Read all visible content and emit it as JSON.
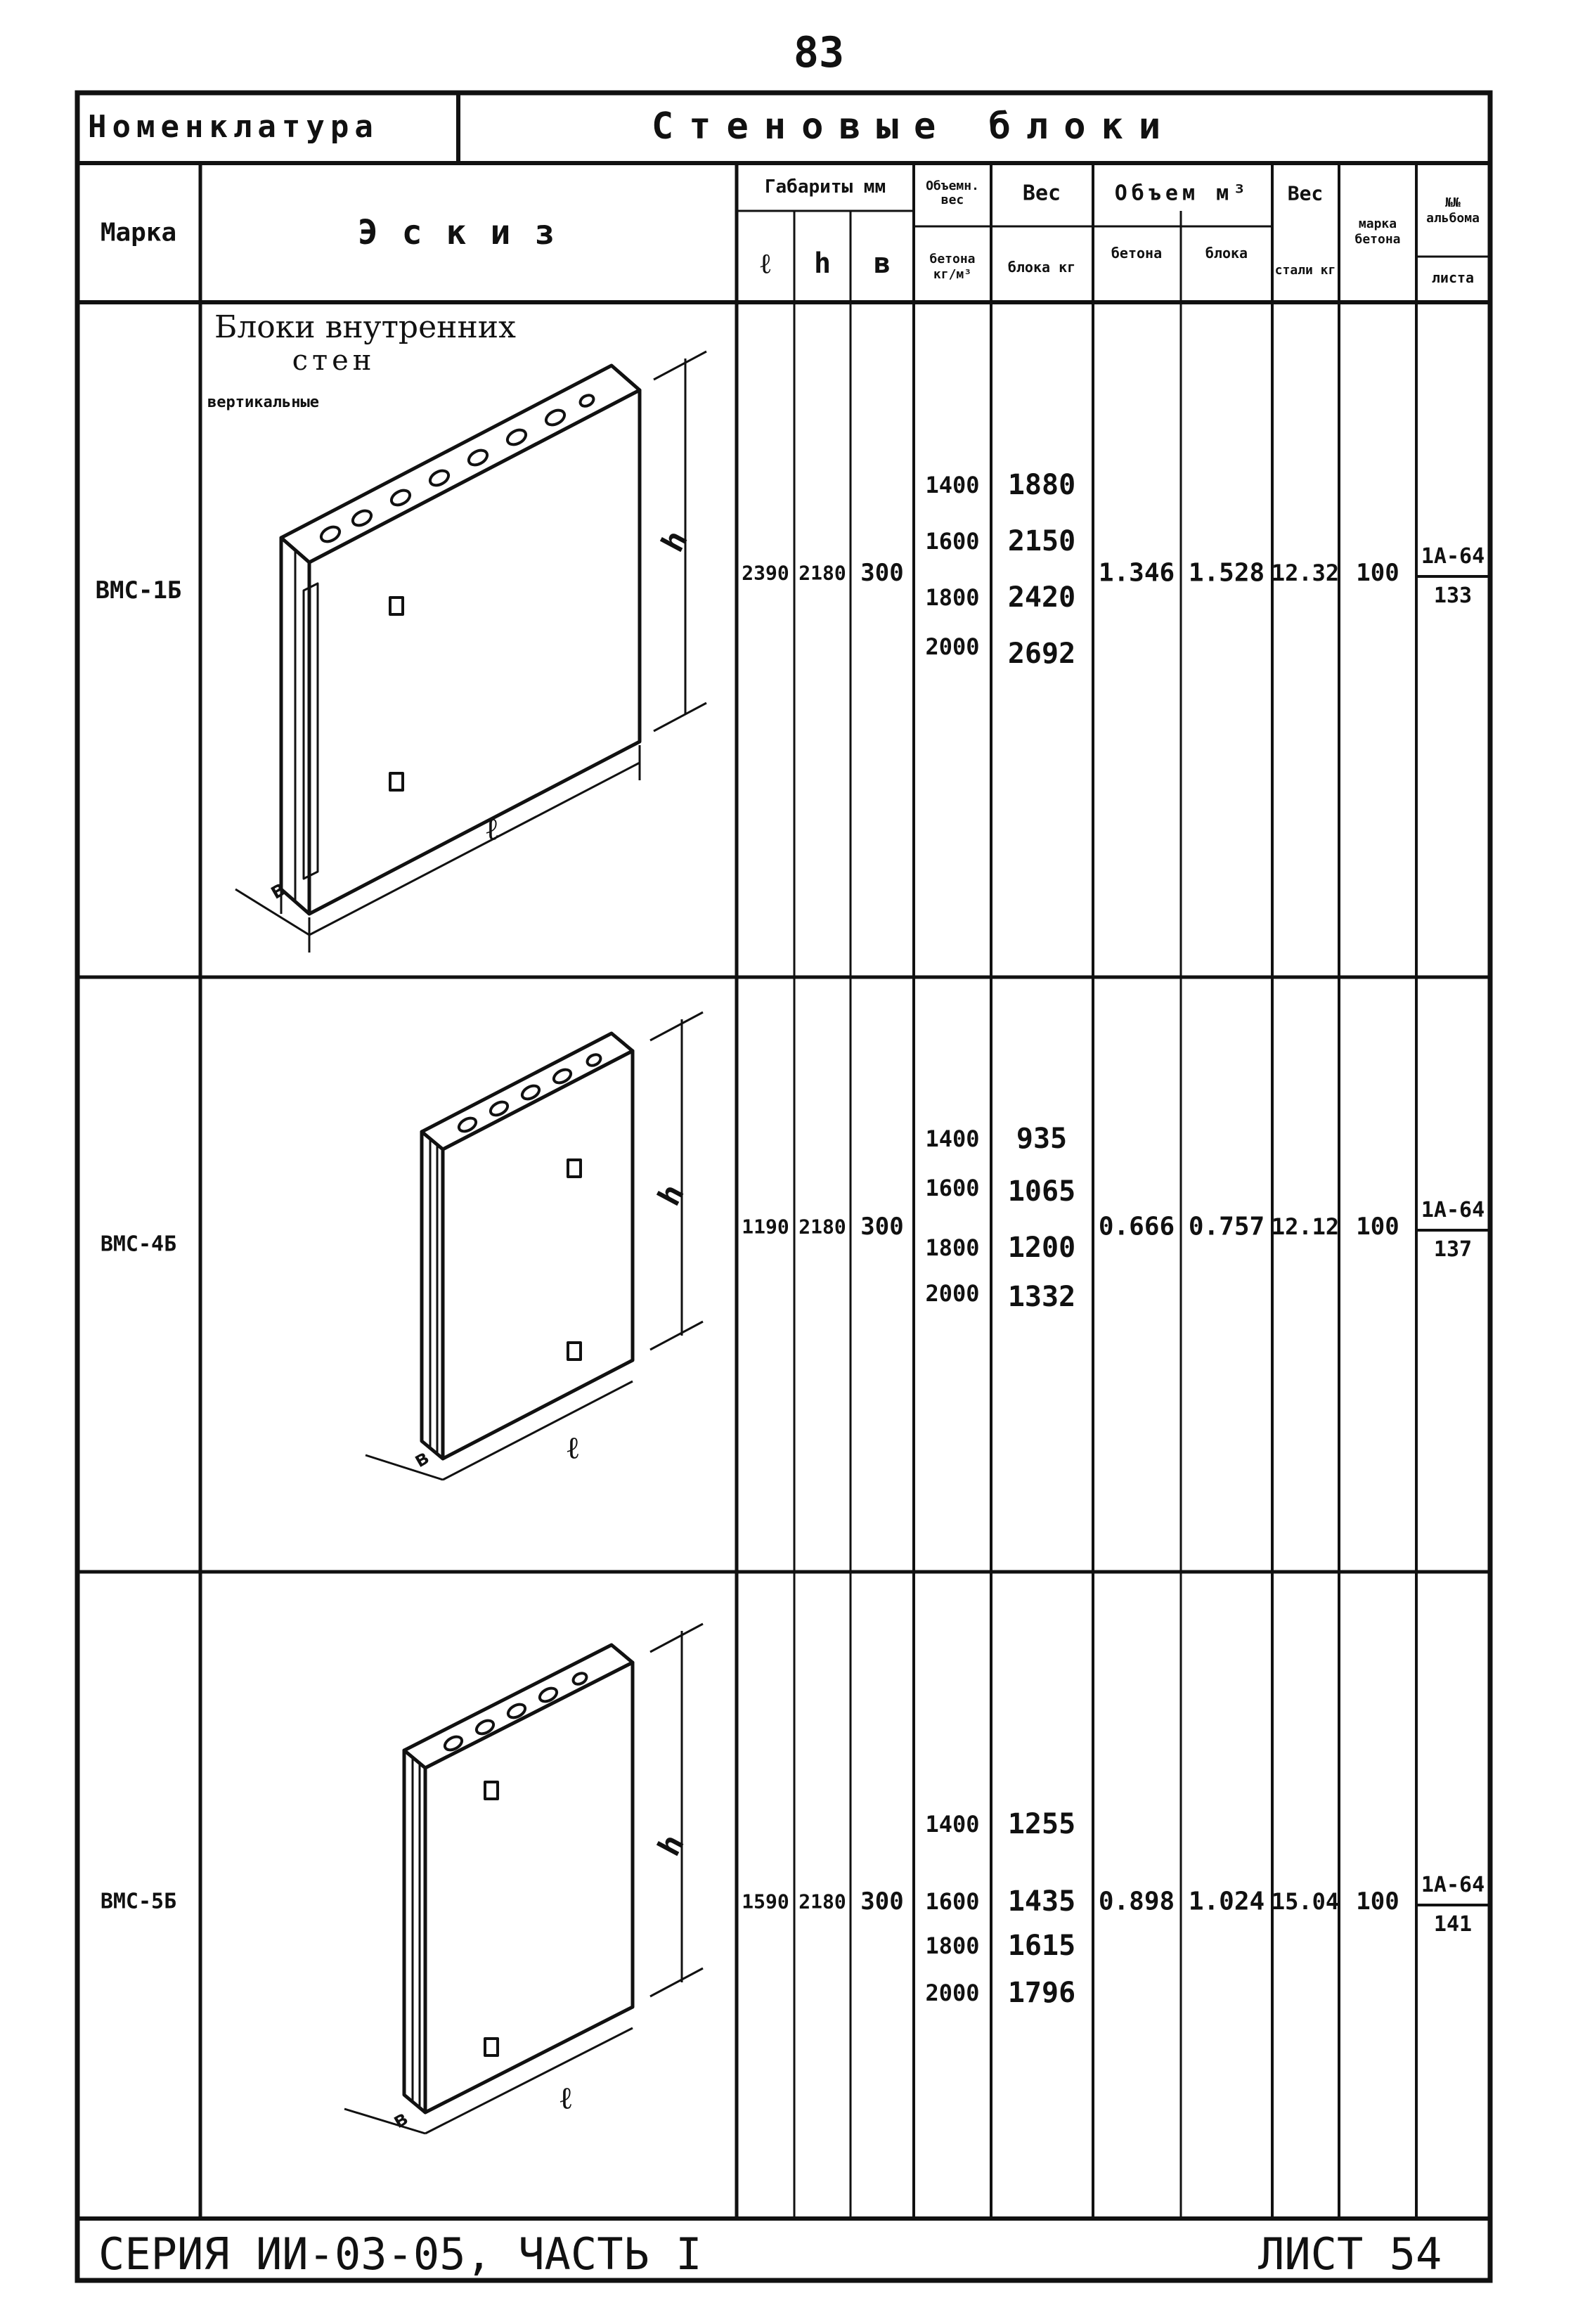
{
  "page_number": "83",
  "header": {
    "nomenclature_label": "Номенклатура",
    "section_title": "Стеновые блоки"
  },
  "columns": {
    "mark": "Марка",
    "sketch": "Эскиз",
    "dimensions_group": "Габариты мм",
    "dim_l": "ℓ",
    "dim_h": "h",
    "dim_b": "в",
    "vol_weight_top": "Объемн. вес",
    "vol_weight_bottom": "бетона кг/м³",
    "weight_top": "Вес",
    "weight_bottom": "блока кг",
    "volume_group": "Объем м³",
    "volume_concrete": "бетона",
    "volume_block": "блока",
    "steel_top": "Вес",
    "steel_bottom": "стали кг",
    "grade": "марка бетона",
    "album_top": "№№ альбома",
    "album_bottom": "листа"
  },
  "sketch_caption": {
    "line1": "Блоки внутренних",
    "line2": "стен",
    "line3": "вертикальные"
  },
  "dimension_labels": {
    "h": "h",
    "l": "ℓ",
    "b": "в"
  },
  "rows": [
    {
      "mark": "ВМС-1Б",
      "l": "2390",
      "h": "2180",
      "b": "300",
      "densities": [
        "1400",
        "1600",
        "1800",
        "2000"
      ],
      "weights": [
        "1880",
        "2150",
        "2420",
        "2692"
      ],
      "vol_concrete": "1.346",
      "vol_block": "1.528",
      "steel": "12.32",
      "grade": "100",
      "album": "1А-64",
      "sheet": "133"
    },
    {
      "mark": "ВМС-4Б",
      "l": "1190",
      "h": "2180",
      "b": "300",
      "densities": [
        "1400",
        "1600",
        "1800",
        "2000"
      ],
      "weights": [
        "935",
        "1065",
        "1200",
        "1332"
      ],
      "vol_concrete": "0.666",
      "vol_block": "0.757",
      "steel": "12.12",
      "grade": "100",
      "album": "1А-64",
      "sheet": "137"
    },
    {
      "mark": "ВМС-5Б",
      "l": "1590",
      "h": "2180",
      "b": "300",
      "densities": [
        "1400",
        "1600",
        "1800",
        "2000"
      ],
      "weights": [
        "1255",
        "1435",
        "1615",
        "1796"
      ],
      "vol_concrete": "0.898",
      "vol_block": "1.024",
      "steel": "15.04",
      "grade": "100",
      "album": "1А-64",
      "sheet": "141"
    }
  ],
  "footer": {
    "series": "СЕРИЯ ИИ-03-05, ЧАСТЬ I",
    "sheet": "ЛИСТ 54"
  }
}
